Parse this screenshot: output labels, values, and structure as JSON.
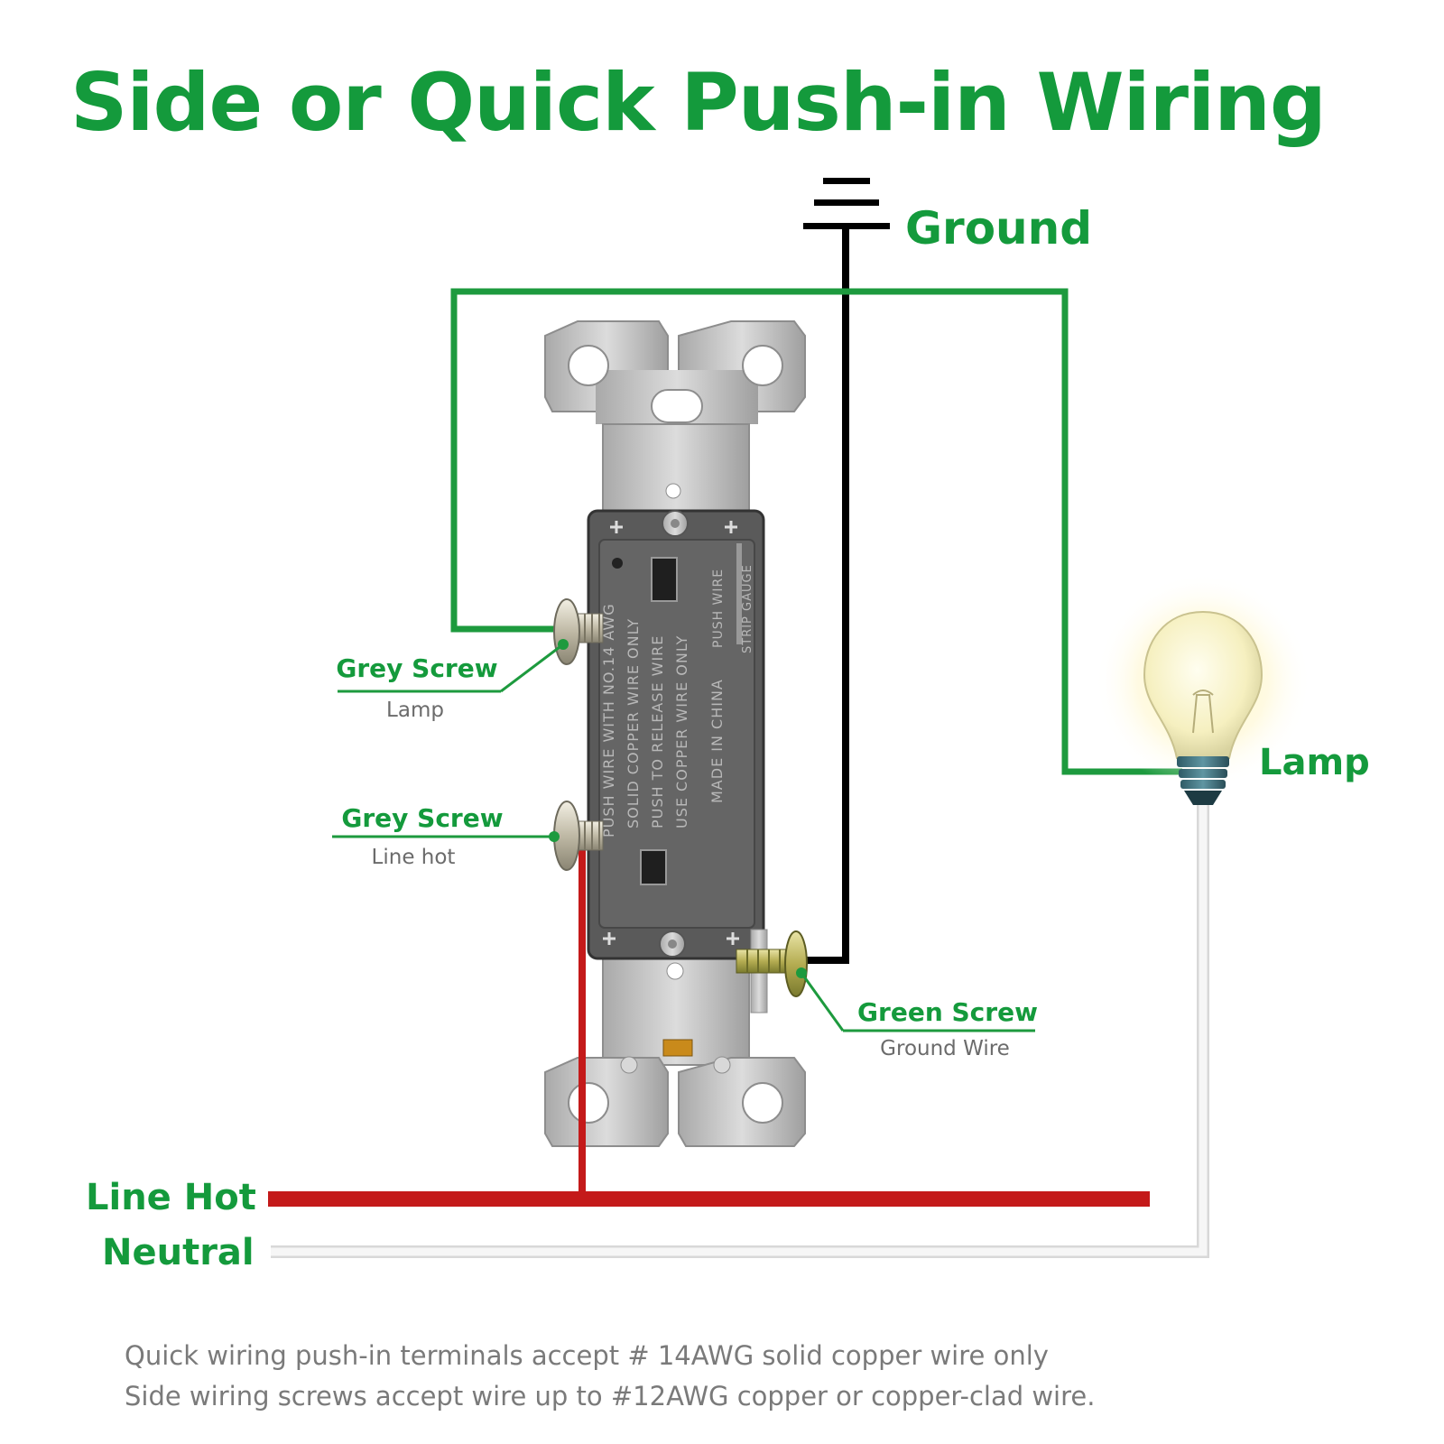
{
  "title": "Side or Quick Push-in Wiring",
  "labels": {
    "ground": "Ground",
    "lamp": "Lamp",
    "line_hot": "Line Hot",
    "neutral": "Neutral",
    "grey_screw_top": "Grey Screw",
    "grey_screw_top_sub": "Lamp",
    "grey_screw_bottom": "Grey Screw",
    "grey_screw_bottom_sub": "Line hot",
    "green_screw": "Green Screw",
    "green_screw_sub": "Ground Wire"
  },
  "switch_body_text": [
    "PUSH WIRE WITH NO.14 AWG",
    "SOLID COPPER WIRE ONLY",
    "PUSH TO RELEASE WIRE",
    "USE COPPER WIRE ONLY",
    "MADE IN CHINA"
  ],
  "switch_side_text": [
    "PUSH WIRE",
    "STRIP GAUGE"
  ],
  "footer": {
    "line1": "Quick wiring push-in terminals accept # 14AWG solid copper wire only",
    "line2": "Side wiring screws accept wire up to #12AWG copper or copper-clad wire."
  },
  "colors": {
    "accent_green": "#149a3c",
    "hot_wire": "#c41a1a",
    "ground_wire": "#000000",
    "neutral_wire": "#e4e4e4",
    "switch_body": "#5a5a5a",
    "mounting_strap": "#b9b9b9"
  }
}
